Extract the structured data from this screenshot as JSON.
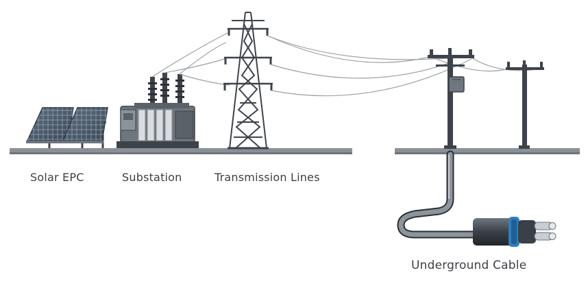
{
  "labels": {
    "solar": "Solar EPC",
    "substation": "Substation",
    "transmission": "Transmission Lines",
    "underground": "Underground Cable"
  },
  "colors": {
    "ground": "#8a9096",
    "steel": "#3d434b",
    "panel": "#4f6070",
    "wire": "#9aa1a8",
    "cable_band": "#2f7fc0"
  }
}
